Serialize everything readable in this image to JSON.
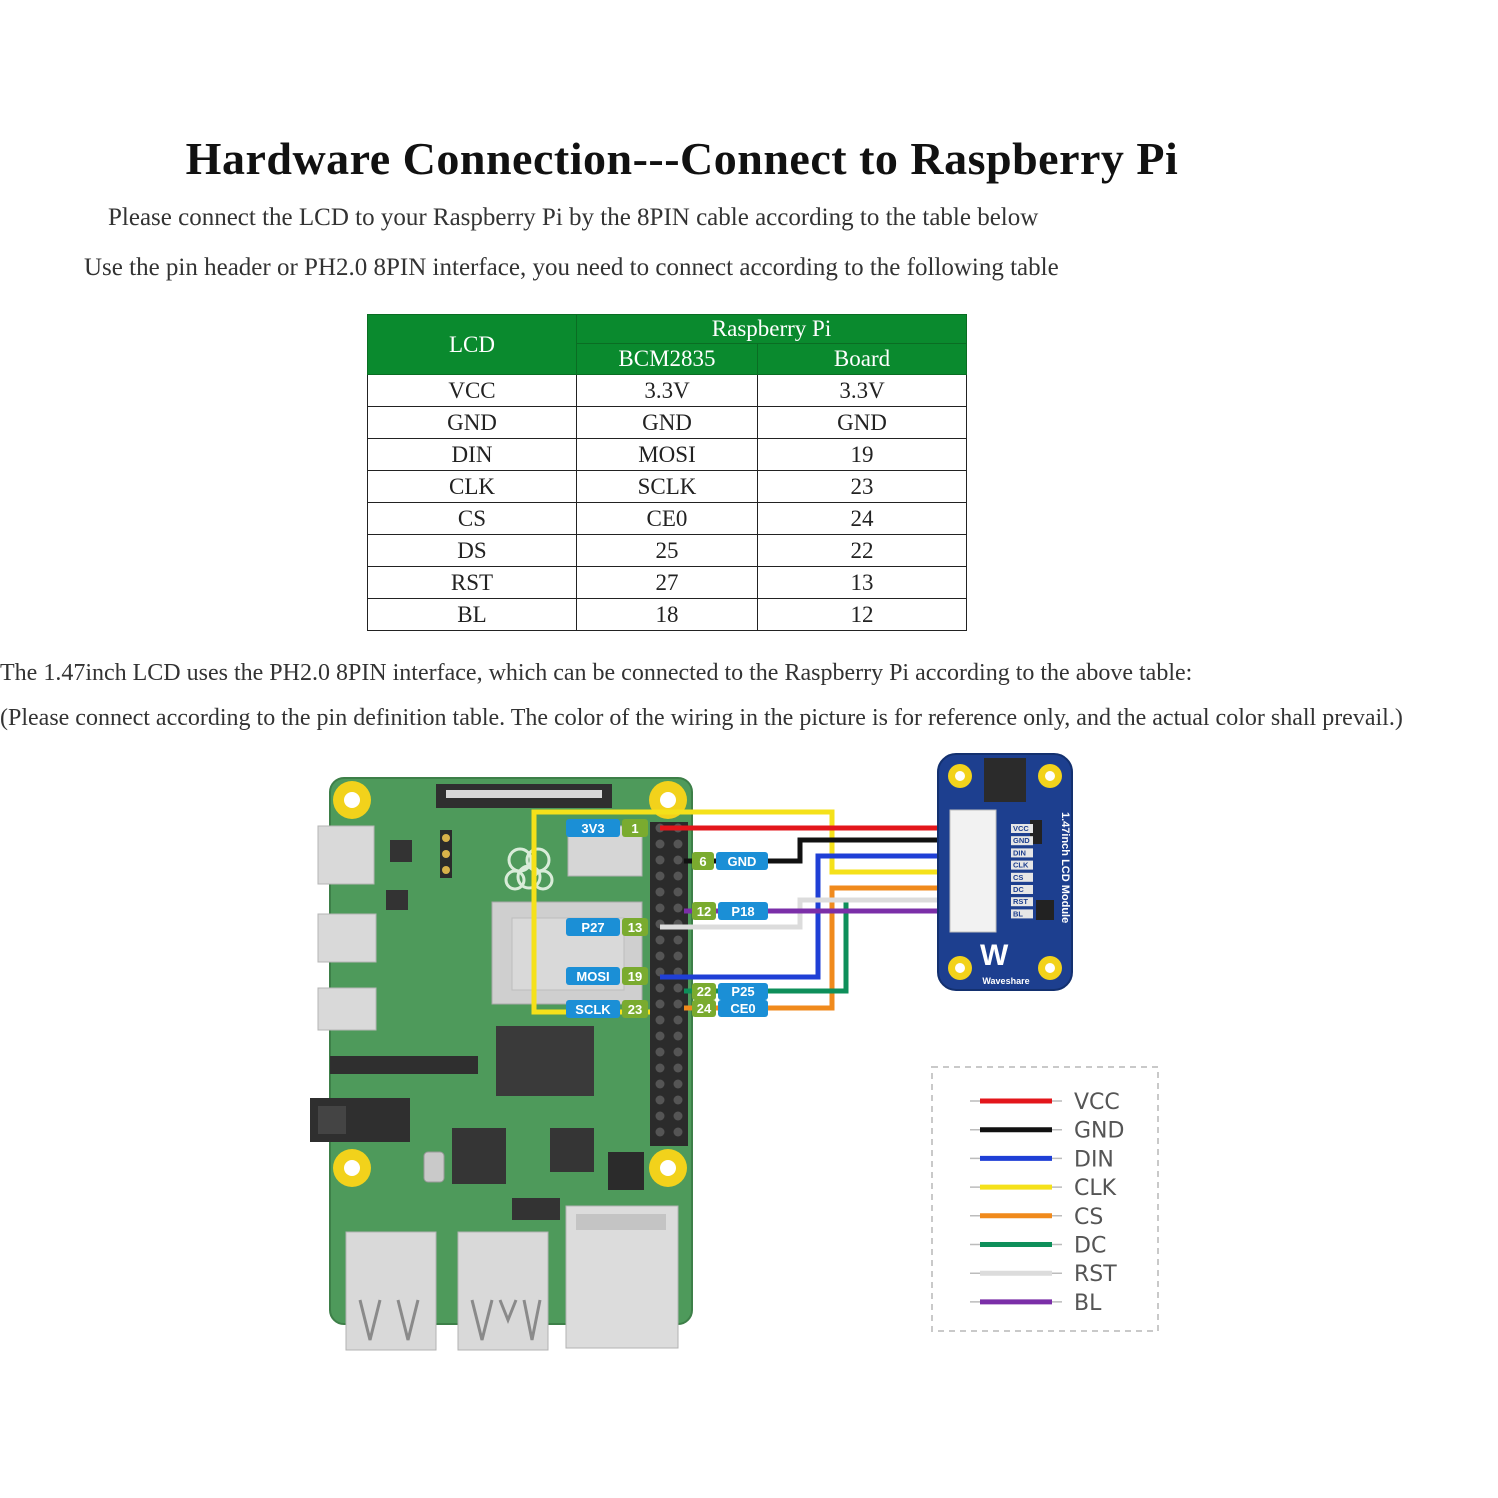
{
  "header": {
    "title": "Hardware Connection---Connect to Raspberry Pi",
    "subtitle1": "Please connect the LCD to your Raspberry Pi by the 8PIN cable according to the table below",
    "subtitle2": "Use the pin header or PH2.0 8PIN interface, you need to connect according to the following table"
  },
  "table": {
    "col_lcd": "LCD",
    "col_group": "Raspberry Pi",
    "col_bcm": "BCM2835",
    "col_board": "Board",
    "rows": [
      {
        "lcd": "VCC",
        "bcm": "3.3V",
        "board": "3.3V"
      },
      {
        "lcd": "GND",
        "bcm": "GND",
        "board": "GND"
      },
      {
        "lcd": "DIN",
        "bcm": "MOSI",
        "board": "19"
      },
      {
        "lcd": "CLK",
        "bcm": "SCLK",
        "board": "23"
      },
      {
        "lcd": "CS",
        "bcm": "CE0",
        "board": "24"
      },
      {
        "lcd": "DS",
        "bcm": "25",
        "board": "22"
      },
      {
        "lcd": "RST",
        "bcm": "27",
        "board": "13"
      },
      {
        "lcd": "BL",
        "bcm": "18",
        "board": "12"
      }
    ]
  },
  "notes": {
    "line1": "The 1.47inch LCD uses the PH2.0 8PIN interface, which can be connected to the Raspberry Pi according to the above table:",
    "line2": "(Please connect according to the pin definition table. The color of the wiring in the picture is for reference only, and the actual color shall prevail.)"
  },
  "diagram": {
    "pi_labels": {
      "v33": "3V3",
      "pin1": "1",
      "pin6": "6",
      "gnd": "GND",
      "pin12": "12",
      "p18": "P18",
      "p27": "P27",
      "pin13": "13",
      "mosi": "MOSI",
      "pin19": "19",
      "sclk": "SCLK",
      "pin23": "23",
      "pin22": "22",
      "p25": "P25",
      "pin24": "24",
      "ce0": "CE0"
    },
    "module": {
      "title": "1.47inch LCD Module",
      "brand": "Waveshare",
      "pins": [
        "VCC",
        "GND",
        "DIN",
        "CLK",
        "CS",
        "DC",
        "RST",
        "BL"
      ]
    },
    "legend": [
      {
        "label": "VCC",
        "color": "#e3161b"
      },
      {
        "label": "GND",
        "color": "#111111"
      },
      {
        "label": "DIN",
        "color": "#1f3fd6"
      },
      {
        "label": "CLK",
        "color": "#f5e11a"
      },
      {
        "label": "CS",
        "color": "#f08a1c"
      },
      {
        "label": "DC",
        "color": "#0e8f5a"
      },
      {
        "label": "RST",
        "color": "#dcdcdc"
      },
      {
        "label": "BL",
        "color": "#7b2fa8"
      }
    ]
  }
}
